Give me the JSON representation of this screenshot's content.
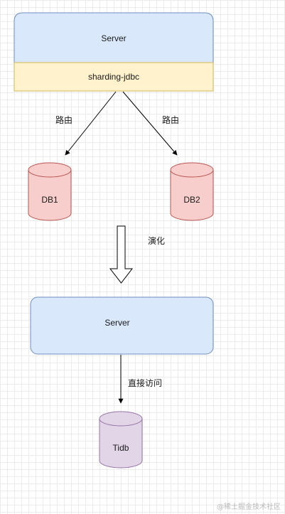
{
  "top": {
    "server_label": "Server",
    "middleware_label": "sharding-jdbc",
    "route_label_left": "路由",
    "route_label_right": "路由",
    "db1_label": "DB1",
    "db2_label": "DB2"
  },
  "transition_label": "演化",
  "bottom": {
    "server_label": "Server",
    "access_label": "直接访问",
    "tidb_label": "Tidb"
  },
  "watermark": "@稀土掘金技术社区",
  "colors": {
    "server_fill": "#dae8fc",
    "server_stroke": "#6c8ebf",
    "middleware_fill": "#fff2cc",
    "middleware_stroke": "#d6b656",
    "db_fill": "#f8cecc",
    "db_stroke": "#b85450",
    "tidb_fill": "#e1d5e7",
    "tidb_stroke": "#9673a6"
  }
}
